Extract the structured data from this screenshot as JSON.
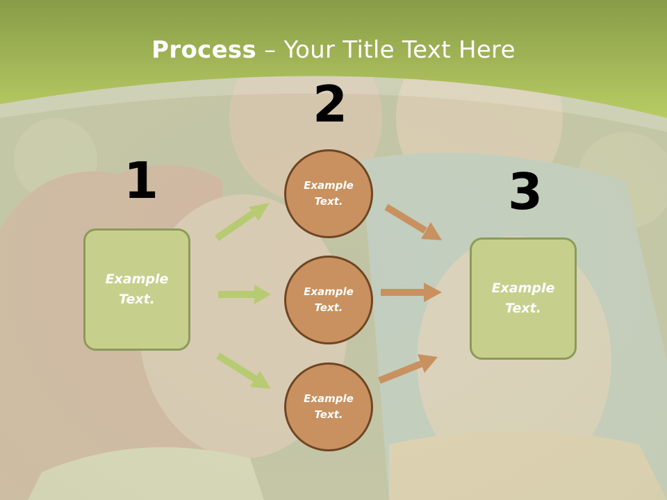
{
  "slide": {
    "title_bold": "Process",
    "title_separator": " – ",
    "title_rest": "Your Title Text Here",
    "steps": [
      {
        "number": "1",
        "box_text": "Example\nText."
      },
      {
        "number": "2"
      },
      {
        "number": "3",
        "box_text": "Example\nText."
      }
    ],
    "circles": [
      {
        "text": "Example\nText."
      },
      {
        "text": "Example\nText."
      },
      {
        "text": "Example\nText."
      }
    ]
  },
  "colors": {
    "header_green": "#b4c65e",
    "box_fill": "#c6d08c",
    "box_border": "#8c9a58",
    "circle_fill": "#c8915f",
    "circle_border": "#6e4524",
    "arrow_green": "#b7cb72",
    "arrow_orange": "#c8915f",
    "number_color": "#000000",
    "text_color": "#ffffff"
  }
}
